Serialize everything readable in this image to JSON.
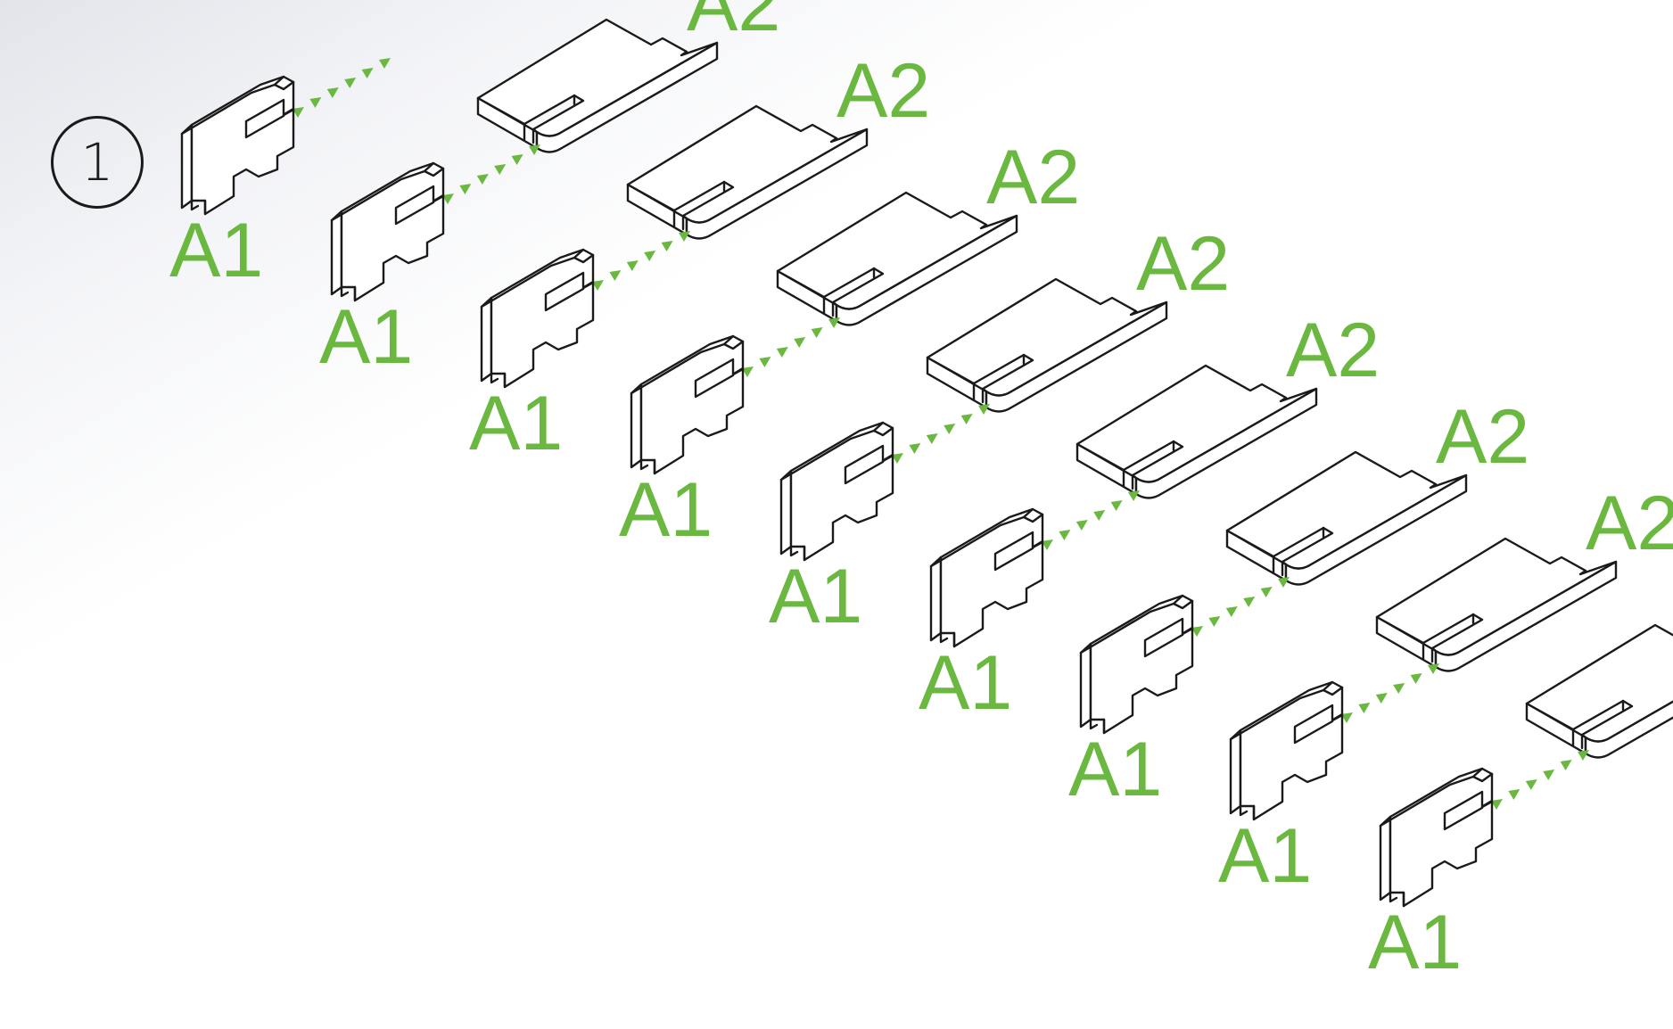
{
  "step": {
    "number": "1"
  },
  "colors": {
    "label": "#6ab83f",
    "arrow": "#6ab83f",
    "outline": "#1a1a1a",
    "fill": "#ffffff"
  },
  "parts": {
    "connector": {
      "label": "A1"
    },
    "plate": {
      "label": "A2"
    }
  },
  "assembly": {
    "pair_count": 9,
    "connector_icon": "connector-block-icon",
    "plate_icon": "plate-panel-icon",
    "arrow_icon": "dotted-arrow-icon"
  }
}
